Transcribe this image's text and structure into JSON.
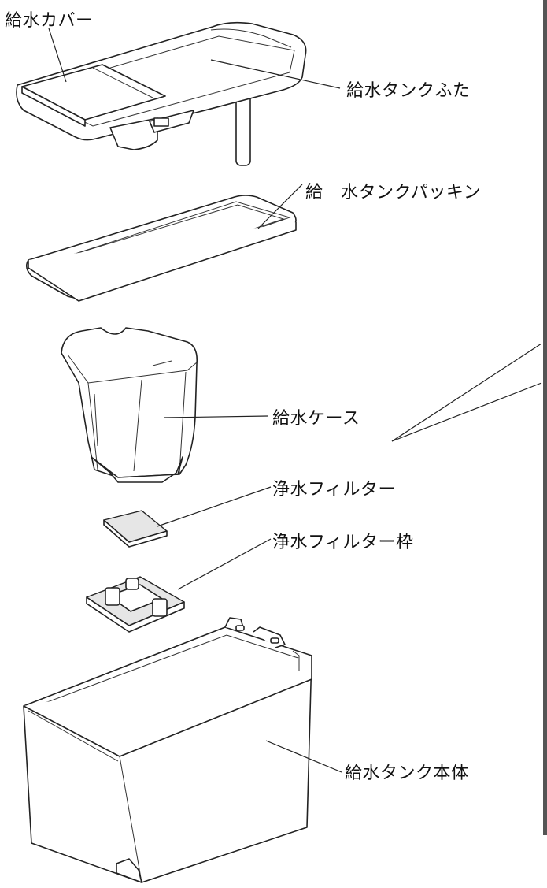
{
  "labels": {
    "cover": "給水カバー",
    "tank_lid": "給水タンクふた",
    "tank_packing": "給　水タンクパッキン",
    "case": "給水ケース",
    "filter": "浄水フィルター",
    "filter_frame": "浄水フィルター枠",
    "tank_body": "給水タンク本体"
  }
}
